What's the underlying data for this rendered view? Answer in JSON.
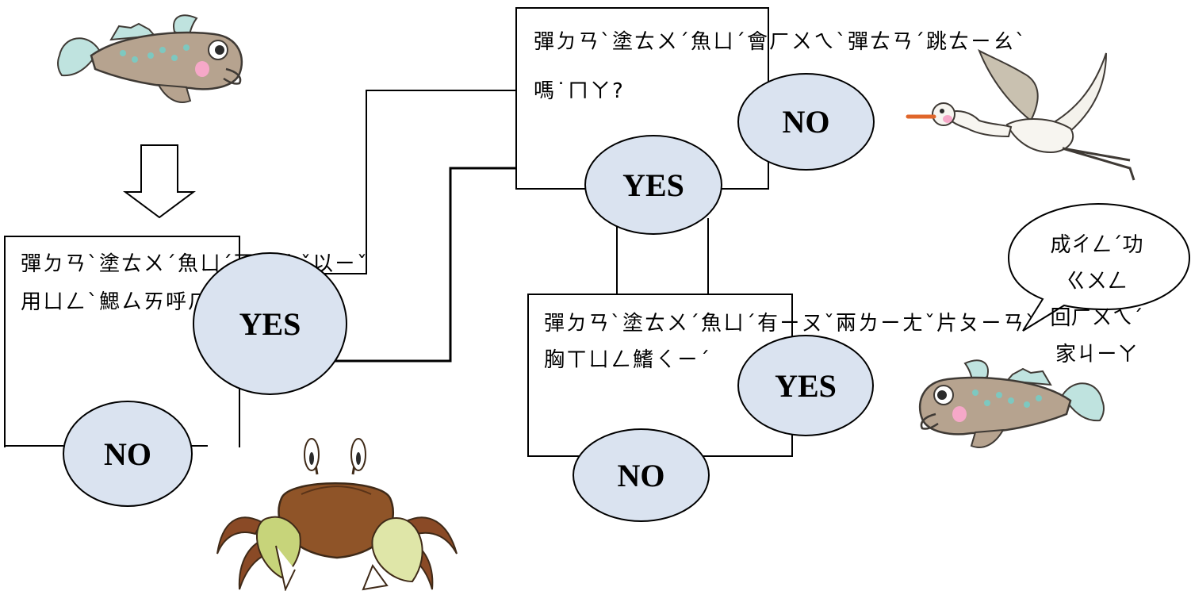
{
  "questions": {
    "q1": {
      "line1": "彈ㄉㄢˋ塗ㄊㄨˊ魚ㄩˊ可ㄎㄜˇ以ㄧˇ",
      "line2": "用ㄩㄥˋ鰓ㄙㄞ呼ㄏㄨ吸ㄒㄧ"
    },
    "q2": {
      "line1": "彈ㄉㄢˋ塗ㄊㄨˊ魚ㄩˊ會ㄏㄨㄟˋ彈ㄊㄢˊ跳ㄊㄧㄠˋ",
      "line2": "嗎˙ㄇㄚ?"
    },
    "q3": {
      "line1": "彈ㄉㄢˋ塗ㄊㄨˊ魚ㄩˊ有ㄧㄡˇ兩ㄌㄧㄤˇ片ㄆㄧㄢˋ",
      "line2": "胸ㄒㄩㄥ鰭ㄑㄧˊ"
    }
  },
  "answers": {
    "q1_yes": "YES",
    "q1_no": "NO",
    "q2_yes": "YES",
    "q2_no": "NO",
    "q3_yes": "YES",
    "q3_no": "NO"
  },
  "result": {
    "line1": "成ㄔㄥˊ功ㄍㄨㄥ",
    "line2": "回ㄏㄨㄟˊ家ㄐㄧㄚ"
  },
  "colors": {
    "oval_fill": "#dae3f0",
    "line": "#000000"
  },
  "icons": [
    "mudskipper-icon",
    "down-arrow-icon",
    "crab-icon",
    "heron-icon",
    "speech-bubble-icon"
  ]
}
